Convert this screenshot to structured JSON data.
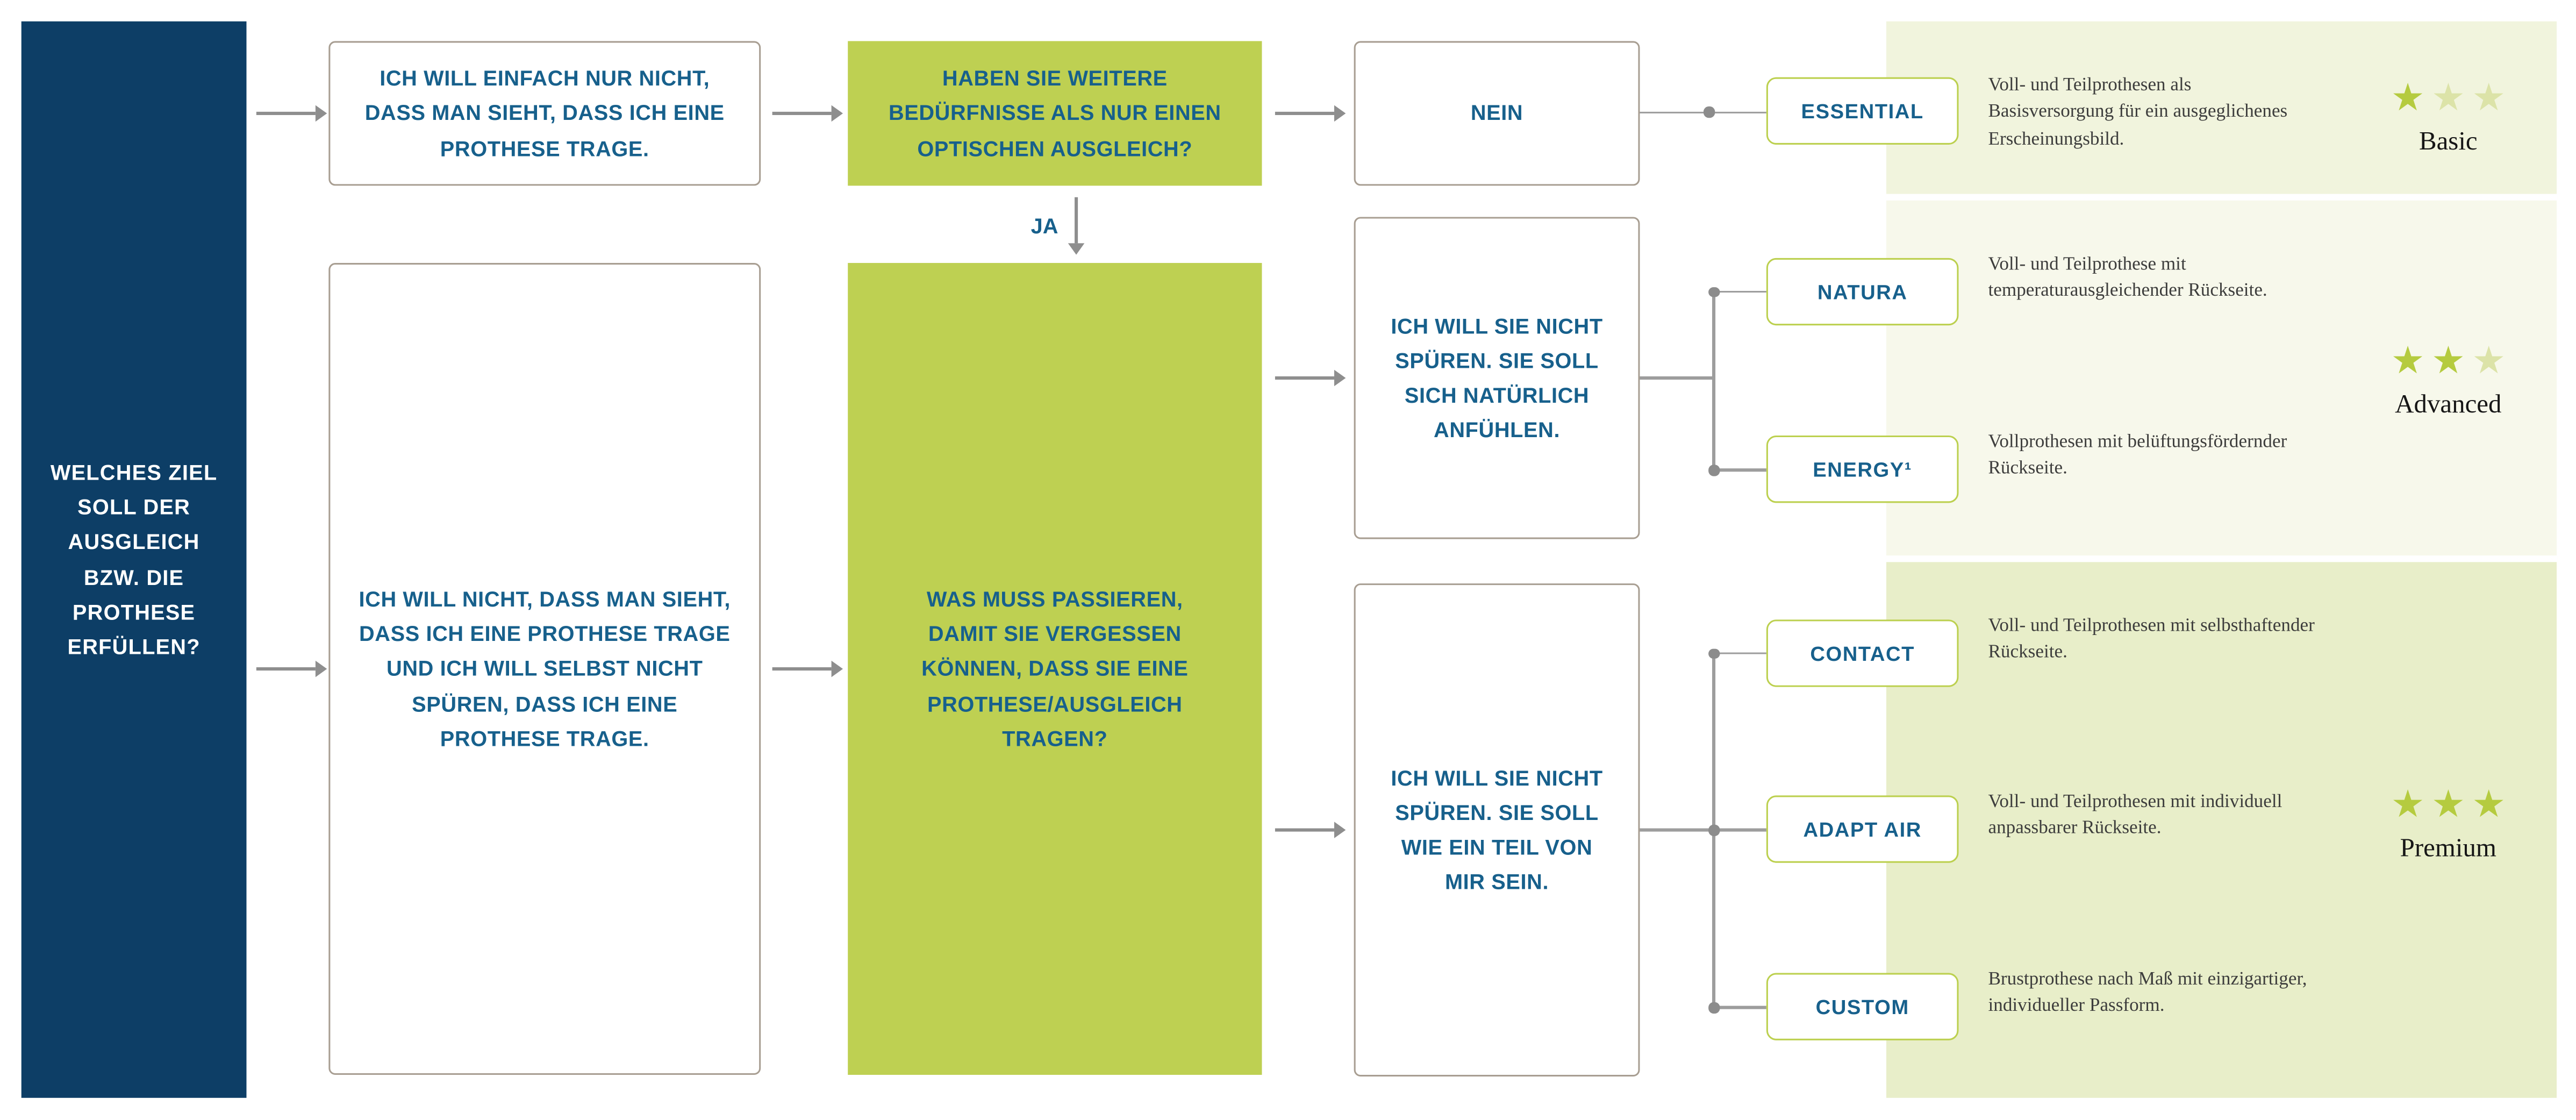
{
  "root": {
    "question": "WELCHES ZIEL SOLL DER AUSGLEICH BZW. DIE PROTHESE ERFÜLLEN?"
  },
  "flow": {
    "statement_optical": "ICH WILL EINFACH NUR NICHT, DASS MAN SIEHT, DASS ICH EINE PROTHESE TRAGE.",
    "question_more_needs": "HABEN SIE WEITERE BEDÜRFNISSE ALS NUR EINEN OPTISCHEN AUSGLEICH?",
    "answer_no": "NEIN",
    "answer_yes": "JA",
    "statement_both": "ICH WILL NICHT, DASS MAN SIEHT, DASS ICH EINE PROTHESE TRAGE UND ICH WILL SELBST NICHT SPÜREN, DASS ICH EINE PROTHESE TRAGE.",
    "question_forget": "WAS MUSS PASSIEREN, DAMIT SIE VERGESSEN KÖNNEN, DASS SIE EINE PROTHESE/AUSGLEICH TRAGEN?",
    "need_natural": "ICH WILL SIE NICHT SPÜREN. SIE SOLL SICH NATÜRLICH ANFÜHLEN.",
    "need_part_of_me": "ICH WILL SIE NICHT SPÜREN. SIE SOLL WIE EIN TEIL VON MIR SEIN."
  },
  "products": {
    "essential": {
      "name": "ESSENTIAL",
      "description": "Voll- und Teilprothesen als Basisversorgung für ein ausgeglichenes Erscheinungsbild."
    },
    "natura": {
      "name": "NATURA",
      "description": "Voll- und Teilprothese mit temperaturausgleichender Rückseite."
    },
    "energy": {
      "name": "ENERGY¹",
      "description": "Vollprothesen mit belüftungsfördernder Rückseite."
    },
    "contact": {
      "name": "CONTACT",
      "description": "Voll- und Teilprothesen mit selbsthaftender Rückseite."
    },
    "adapt_air": {
      "name": "ADAPT AIR",
      "description": "Voll- und Teilprothesen mit individuell anpassbarer Rückseite."
    },
    "custom": {
      "name": "CUSTOM",
      "description": "Brustprothese nach Maß mit einzigartiger, individueller Passform."
    }
  },
  "tiers": [
    {
      "name": "Basic",
      "stars": 1
    },
    {
      "name": "Advanced",
      "stars": 2
    },
    {
      "name": "Premium",
      "stars": 3
    }
  ],
  "icons": {
    "star": "★"
  },
  "colors": {
    "brand_blue": "#17608c",
    "dark_blue": "#0d3e66",
    "accent_green": "#bed052",
    "star_filled": "#b5cb3f",
    "star_empty": "#dce3a8",
    "panel_basic": "#f1f4dd",
    "panel_advanced": "#f7f8eb",
    "panel_premium": "#e8eec9"
  }
}
